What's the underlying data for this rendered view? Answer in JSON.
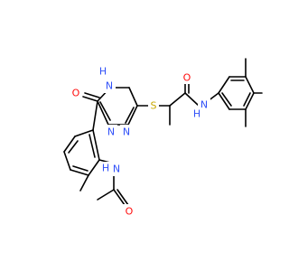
{
  "molecule": {
    "atoms": [
      {
        "label": "O",
        "color": "#ff0d0d"
      },
      {
        "label": "H",
        "color": "#3050f8"
      },
      {
        "label": "N",
        "color": "#3050f8"
      },
      {
        "label": "S",
        "color": "#c8a800"
      },
      {
        "label": "O",
        "color": "#ff0d0d"
      },
      {
        "label": "N",
        "color": "#3050f8"
      },
      {
        "label": "H",
        "color": "#3050f8"
      },
      {
        "label": "N",
        "color": "#3050f8"
      },
      {
        "label": "N",
        "color": "#3050f8"
      },
      {
        "label": "N",
        "color": "#3050f8"
      },
      {
        "label": "H",
        "color": "#3050f8"
      },
      {
        "label": "O",
        "color": "#ff0d0d"
      }
    ]
  }
}
